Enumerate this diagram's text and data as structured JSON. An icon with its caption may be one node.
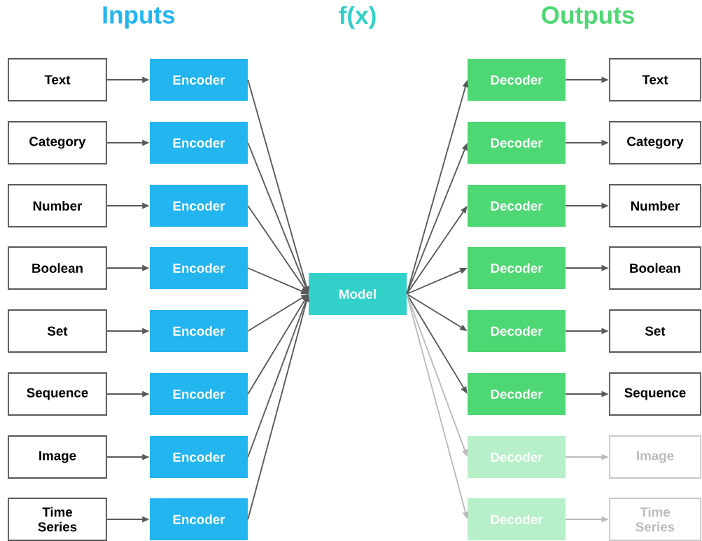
{
  "diagram": {
    "nodes": [
      {
        "text": [
          "Text"
        ]
      },
      {
        "text": [
          "Category"
        ]
      },
      {
        "text": [
          "Number"
        ]
      },
      {
        "text": [
          "Boolean"
        ]
      },
      {
        "text": [
          "Set"
        ]
      },
      {
        "text": [
          "Sequence"
        ]
      },
      {
        "text": [
          "Image"
        ]
      },
      {
        "text": [
          "Time Series"
        ]
      },
      {
        "text": [
          "Encoder"
        ]
      },
      {
        "text": [
          "Encoder"
        ]
      },
      {
        "text": [
          "Encoder"
        ]
      },
      {
        "text": [
          "Encoder"
        ]
      },
      {
        "text": [
          "Encoder"
        ]
      },
      {
        "text": [
          "Encoder"
        ]
      },
      {
        "text": [
          "Encoder"
        ]
      },
      {
        "text": [
          "Encoder"
        ]
      },
      {
        "text": [
          "Model"
        ]
      },
      {
        "text": [
          "Decoder"
        ]
      },
      {
        "text": [
          "Decoder"
        ]
      },
      {
        "text": [
          "Decoder"
        ]
      },
      {
        "text": [
          "Decoder"
        ]
      },
      {
        "text": [
          "Decoder"
        ]
      },
      {
        "text": [
          "Decoder"
        ]
      },
      {
        "text": [
          "Decoder"
        ]
      },
      {
        "text": [
          "Decoder"
        ]
      },
      {
        "text": [
          "Text"
        ]
      },
      {
        "text": [
          "Category"
        ]
      },
      {
        "text": [
          "Number"
        ]
      },
      {
        "text": [
          "Boolean"
        ]
      },
      {
        "text": [
          "Set"
        ]
      },
      {
        "text": [
          "Sequence"
        ]
      },
      {
        "text": [
          "Image"
        ]
      },
      {
        "text": [
          "Time Series"
        ]
      }
    ],
    "edges": [
      {
        "from": 0,
        "to": 8,
        "arrow": "to"
      },
      {
        "from": 1,
        "to": 9,
        "arrow": "to"
      },
      {
        "from": 2,
        "to": 10,
        "arrow": "to"
      },
      {
        "from": 3,
        "to": 11,
        "arrow": "to"
      },
      {
        "from": 4,
        "to": 12,
        "arrow": "to"
      },
      {
        "from": 5,
        "to": 13,
        "arrow": "to"
      },
      {
        "from": 6,
        "to": 14,
        "arrow": "to"
      },
      {
        "from": 7,
        "to": 15,
        "arrow": "to"
      },
      {
        "from": 8,
        "to": 16,
        "arrow": "to"
      },
      {
        "from": 9,
        "to": 16,
        "arrow": "to"
      },
      {
        "from": 10,
        "to": 16,
        "arrow": "to"
      },
      {
        "from": 11,
        "to": 16,
        "arrow": "to"
      },
      {
        "from": 12,
        "to": 16,
        "arrow": "to"
      },
      {
        "from": 13,
        "to": 16,
        "arrow": "to"
      },
      {
        "from": 14,
        "to": 16,
        "arrow": "to"
      },
      {
        "from": 15,
        "to": 16,
        "arrow": "to"
      },
      {
        "from": 16,
        "to": 17,
        "arrow": "to"
      },
      {
        "from": 16,
        "to": 18,
        "arrow": "to"
      },
      {
        "from": 16,
        "to": 19,
        "arrow": "to"
      },
      {
        "from": 16,
        "to": 20,
        "arrow": "to"
      },
      {
        "from": 16,
        "to": 21,
        "arrow": "to"
      },
      {
        "from": 16,
        "to": 22,
        "arrow": "to"
      },
      {
        "from": 16,
        "to": 23,
        "arrow": "to",
        "color": "#bbbbbb"
      },
      {
        "from": 16,
        "to": 24,
        "arrow": "to",
        "color": "#bbbbbb"
      },
      {
        "from": 17,
        "to": 25,
        "arrow": "to"
      },
      {
        "from": 18,
        "to": 26,
        "arrow": "to"
      },
      {
        "from": 19,
        "to": 27,
        "arrow": "to"
      },
      {
        "from": 20,
        "to": 28,
        "arrow": "to"
      },
      {
        "from": 21,
        "to": 29,
        "arrow": "to"
      },
      {
        "from": 22,
        "to": 30,
        "arrow": "to"
      },
      {
        "from": 23,
        "to": 31,
        "arrow": "to",
        "color": "#bbbbbb"
      },
      {
        "from": 24,
        "to": 32,
        "arrow": "to",
        "color": "#bbbbbb"
      }
    ],
    "labels": [
      "Inputs",
      "f(x)",
      "Outputs"
    ]
  }
}
